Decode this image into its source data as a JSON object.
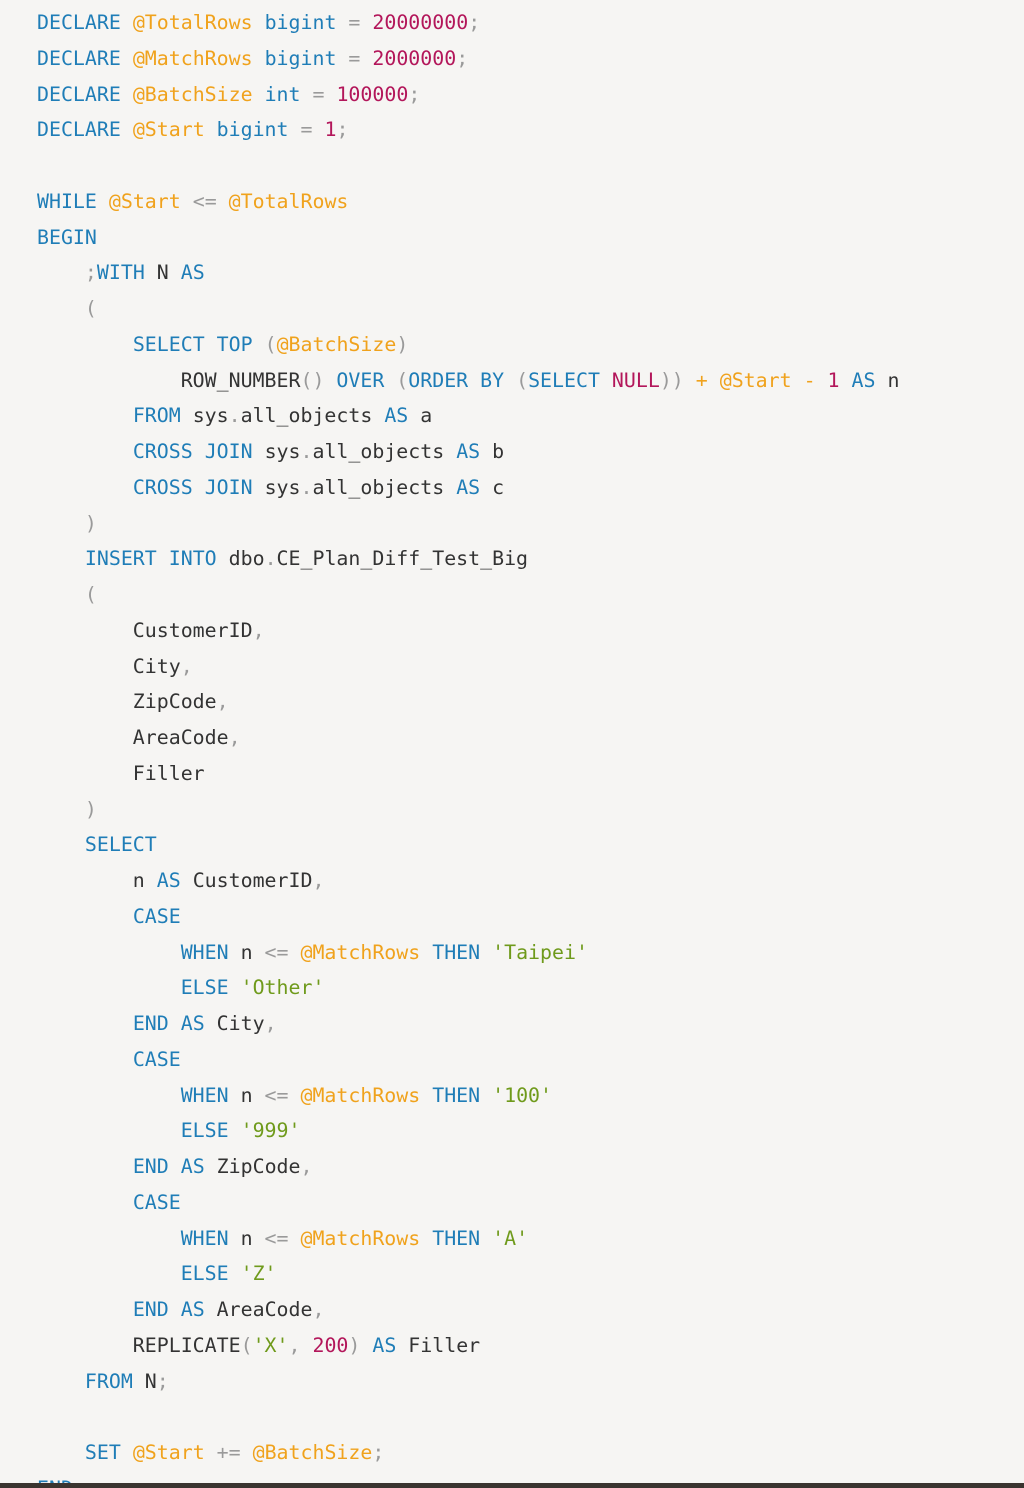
{
  "colors": {
    "background": "#f6f5f3",
    "keyword": "#1f7db7",
    "variable": "#f0a21c",
    "number": "#b3165a",
    "string": "#6f9a1b",
    "punctuation": "#9a9a9a",
    "identifier": "#333333",
    "bottom_bar": "#3a342f"
  },
  "code": {
    "language": "sql",
    "lines": [
      [
        [
          "kw",
          "DECLARE"
        ],
        [
          "idf",
          " "
        ],
        [
          "var",
          "@TotalRows"
        ],
        [
          "idf",
          " "
        ],
        [
          "kw",
          "bigint"
        ],
        [
          "idf",
          " "
        ],
        [
          "pun",
          "="
        ],
        [
          "idf",
          " "
        ],
        [
          "num",
          "20000000"
        ],
        [
          "pun",
          ";"
        ]
      ],
      [
        [
          "kw",
          "DECLARE"
        ],
        [
          "idf",
          " "
        ],
        [
          "var",
          "@MatchRows"
        ],
        [
          "idf",
          " "
        ],
        [
          "kw",
          "bigint"
        ],
        [
          "idf",
          " "
        ],
        [
          "pun",
          "="
        ],
        [
          "idf",
          " "
        ],
        [
          "num",
          "2000000"
        ],
        [
          "pun",
          ";"
        ]
      ],
      [
        [
          "kw",
          "DECLARE"
        ],
        [
          "idf",
          " "
        ],
        [
          "var",
          "@BatchSize"
        ],
        [
          "idf",
          " "
        ],
        [
          "kw",
          "int"
        ],
        [
          "idf",
          " "
        ],
        [
          "pun",
          "="
        ],
        [
          "idf",
          " "
        ],
        [
          "num",
          "100000"
        ],
        [
          "pun",
          ";"
        ]
      ],
      [
        [
          "kw",
          "DECLARE"
        ],
        [
          "idf",
          " "
        ],
        [
          "var",
          "@Start"
        ],
        [
          "idf",
          " "
        ],
        [
          "kw",
          "bigint"
        ],
        [
          "idf",
          " "
        ],
        [
          "pun",
          "="
        ],
        [
          "idf",
          " "
        ],
        [
          "num",
          "1"
        ],
        [
          "pun",
          ";"
        ]
      ],
      [],
      [
        [
          "kw",
          "WHILE"
        ],
        [
          "idf",
          " "
        ],
        [
          "var",
          "@Start"
        ],
        [
          "idf",
          " "
        ],
        [
          "pun",
          "<="
        ],
        [
          "idf",
          " "
        ],
        [
          "var",
          "@TotalRows"
        ]
      ],
      [
        [
          "kw",
          "BEGIN"
        ]
      ],
      [
        [
          "idf",
          "    "
        ],
        [
          "pun",
          ";"
        ],
        [
          "kw",
          "WITH"
        ],
        [
          "idf",
          " N "
        ],
        [
          "kw",
          "AS"
        ]
      ],
      [
        [
          "idf",
          "    "
        ],
        [
          "pun",
          "("
        ]
      ],
      [
        [
          "idf",
          "        "
        ],
        [
          "kw",
          "SELECT"
        ],
        [
          "idf",
          " "
        ],
        [
          "kw",
          "TOP"
        ],
        [
          "idf",
          " "
        ],
        [
          "pun",
          "("
        ],
        [
          "var",
          "@BatchSize"
        ],
        [
          "pun",
          ")"
        ]
      ],
      [
        [
          "idf",
          "            ROW_NUMBER"
        ],
        [
          "pun",
          "()"
        ],
        [
          "idf",
          " "
        ],
        [
          "kw",
          "OVER"
        ],
        [
          "idf",
          " "
        ],
        [
          "pun",
          "("
        ],
        [
          "kw",
          "ORDER"
        ],
        [
          "idf",
          " "
        ],
        [
          "kw",
          "BY"
        ],
        [
          "idf",
          " "
        ],
        [
          "pun",
          "("
        ],
        [
          "kw",
          "SELECT"
        ],
        [
          "idf",
          " "
        ],
        [
          "num",
          "NULL"
        ],
        [
          "pun",
          "))"
        ],
        [
          "idf",
          " "
        ],
        [
          "var",
          "+"
        ],
        [
          "idf",
          " "
        ],
        [
          "var",
          "@Start"
        ],
        [
          "idf",
          " "
        ],
        [
          "var",
          "-"
        ],
        [
          "idf",
          " "
        ],
        [
          "num",
          "1"
        ],
        [
          "idf",
          " "
        ],
        [
          "kw",
          "AS"
        ],
        [
          "idf",
          " n"
        ]
      ],
      [
        [
          "idf",
          "        "
        ],
        [
          "kw",
          "FROM"
        ],
        [
          "idf",
          " sys"
        ],
        [
          "pun",
          "."
        ],
        [
          "idf",
          "all_objects "
        ],
        [
          "kw",
          "AS"
        ],
        [
          "idf",
          " a"
        ]
      ],
      [
        [
          "idf",
          "        "
        ],
        [
          "kw",
          "CROSS"
        ],
        [
          "idf",
          " "
        ],
        [
          "kw",
          "JOIN"
        ],
        [
          "idf",
          " sys"
        ],
        [
          "pun",
          "."
        ],
        [
          "idf",
          "all_objects "
        ],
        [
          "kw",
          "AS"
        ],
        [
          "idf",
          " b"
        ]
      ],
      [
        [
          "idf",
          "        "
        ],
        [
          "kw",
          "CROSS"
        ],
        [
          "idf",
          " "
        ],
        [
          "kw",
          "JOIN"
        ],
        [
          "idf",
          " sys"
        ],
        [
          "pun",
          "."
        ],
        [
          "idf",
          "all_objects "
        ],
        [
          "kw",
          "AS"
        ],
        [
          "idf",
          " c"
        ]
      ],
      [
        [
          "idf",
          "    "
        ],
        [
          "pun",
          ")"
        ]
      ],
      [
        [
          "idf",
          "    "
        ],
        [
          "kw",
          "INSERT"
        ],
        [
          "idf",
          " "
        ],
        [
          "kw",
          "INTO"
        ],
        [
          "idf",
          " dbo"
        ],
        [
          "pun",
          "."
        ],
        [
          "idf",
          "CE_Plan_Diff_Test_Big"
        ]
      ],
      [
        [
          "idf",
          "    "
        ],
        [
          "pun",
          "("
        ]
      ],
      [
        [
          "idf",
          "        CustomerID"
        ],
        [
          "pun",
          ","
        ]
      ],
      [
        [
          "idf",
          "        City"
        ],
        [
          "pun",
          ","
        ]
      ],
      [
        [
          "idf",
          "        ZipCode"
        ],
        [
          "pun",
          ","
        ]
      ],
      [
        [
          "idf",
          "        AreaCode"
        ],
        [
          "pun",
          ","
        ]
      ],
      [
        [
          "idf",
          "        Filler"
        ]
      ],
      [
        [
          "idf",
          "    "
        ],
        [
          "pun",
          ")"
        ]
      ],
      [
        [
          "idf",
          "    "
        ],
        [
          "kw",
          "SELECT"
        ]
      ],
      [
        [
          "idf",
          "        n "
        ],
        [
          "kw",
          "AS"
        ],
        [
          "idf",
          " CustomerID"
        ],
        [
          "pun",
          ","
        ]
      ],
      [
        [
          "idf",
          "        "
        ],
        [
          "kw",
          "CASE"
        ]
      ],
      [
        [
          "idf",
          "            "
        ],
        [
          "kw",
          "WHEN"
        ],
        [
          "idf",
          " n "
        ],
        [
          "pun",
          "<="
        ],
        [
          "idf",
          " "
        ],
        [
          "var",
          "@MatchRows"
        ],
        [
          "idf",
          " "
        ],
        [
          "kw",
          "THEN"
        ],
        [
          "idf",
          " "
        ],
        [
          "str",
          "'Taipei'"
        ]
      ],
      [
        [
          "idf",
          "            "
        ],
        [
          "kw",
          "ELSE"
        ],
        [
          "idf",
          " "
        ],
        [
          "str",
          "'Other'"
        ]
      ],
      [
        [
          "idf",
          "        "
        ],
        [
          "kw",
          "END"
        ],
        [
          "idf",
          " "
        ],
        [
          "kw",
          "AS"
        ],
        [
          "idf",
          " City"
        ],
        [
          "pun",
          ","
        ]
      ],
      [
        [
          "idf",
          "        "
        ],
        [
          "kw",
          "CASE"
        ]
      ],
      [
        [
          "idf",
          "            "
        ],
        [
          "kw",
          "WHEN"
        ],
        [
          "idf",
          " n "
        ],
        [
          "pun",
          "<="
        ],
        [
          "idf",
          " "
        ],
        [
          "var",
          "@MatchRows"
        ],
        [
          "idf",
          " "
        ],
        [
          "kw",
          "THEN"
        ],
        [
          "idf",
          " "
        ],
        [
          "str",
          "'100'"
        ]
      ],
      [
        [
          "idf",
          "            "
        ],
        [
          "kw",
          "ELSE"
        ],
        [
          "idf",
          " "
        ],
        [
          "str",
          "'999'"
        ]
      ],
      [
        [
          "idf",
          "        "
        ],
        [
          "kw",
          "END"
        ],
        [
          "idf",
          " "
        ],
        [
          "kw",
          "AS"
        ],
        [
          "idf",
          " ZipCode"
        ],
        [
          "pun",
          ","
        ]
      ],
      [
        [
          "idf",
          "        "
        ],
        [
          "kw",
          "CASE"
        ]
      ],
      [
        [
          "idf",
          "            "
        ],
        [
          "kw",
          "WHEN"
        ],
        [
          "idf",
          " n "
        ],
        [
          "pun",
          "<="
        ],
        [
          "idf",
          " "
        ],
        [
          "var",
          "@MatchRows"
        ],
        [
          "idf",
          " "
        ],
        [
          "kw",
          "THEN"
        ],
        [
          "idf",
          " "
        ],
        [
          "str",
          "'A'"
        ]
      ],
      [
        [
          "idf",
          "            "
        ],
        [
          "kw",
          "ELSE"
        ],
        [
          "idf",
          " "
        ],
        [
          "str",
          "'Z'"
        ]
      ],
      [
        [
          "idf",
          "        "
        ],
        [
          "kw",
          "END"
        ],
        [
          "idf",
          " "
        ],
        [
          "kw",
          "AS"
        ],
        [
          "idf",
          " AreaCode"
        ],
        [
          "pun",
          ","
        ]
      ],
      [
        [
          "idf",
          "        REPLICATE"
        ],
        [
          "pun",
          "("
        ],
        [
          "str",
          "'X'"
        ],
        [
          "pun",
          ","
        ],
        [
          "idf",
          " "
        ],
        [
          "num",
          "200"
        ],
        [
          "pun",
          ")"
        ],
        [
          "idf",
          " "
        ],
        [
          "kw",
          "AS"
        ],
        [
          "idf",
          " Filler"
        ]
      ],
      [
        [
          "idf",
          "    "
        ],
        [
          "kw",
          "FROM"
        ],
        [
          "idf",
          " N"
        ],
        [
          "pun",
          ";"
        ]
      ],
      [],
      [
        [
          "idf",
          "    "
        ],
        [
          "kw",
          "SET"
        ],
        [
          "idf",
          " "
        ],
        [
          "var",
          "@Start"
        ],
        [
          "idf",
          " "
        ],
        [
          "pun",
          "+="
        ],
        [
          "idf",
          " "
        ],
        [
          "var",
          "@BatchSize"
        ],
        [
          "pun",
          ";"
        ]
      ],
      [
        [
          "kw",
          "END"
        ],
        [
          "pun",
          ";"
        ]
      ]
    ]
  }
}
